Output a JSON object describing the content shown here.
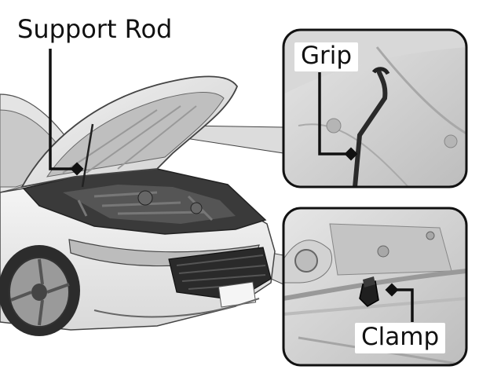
{
  "labels": {
    "support_rod": "Support Rod",
    "grip": "Grip",
    "clamp": "Clamp"
  },
  "colors": {
    "outline": "#111111",
    "car_body": "#e9e9e9",
    "engine_bay": "#3a3a3a",
    "inset_background": "#cfcfcf",
    "callout_beam": "#dedede"
  }
}
